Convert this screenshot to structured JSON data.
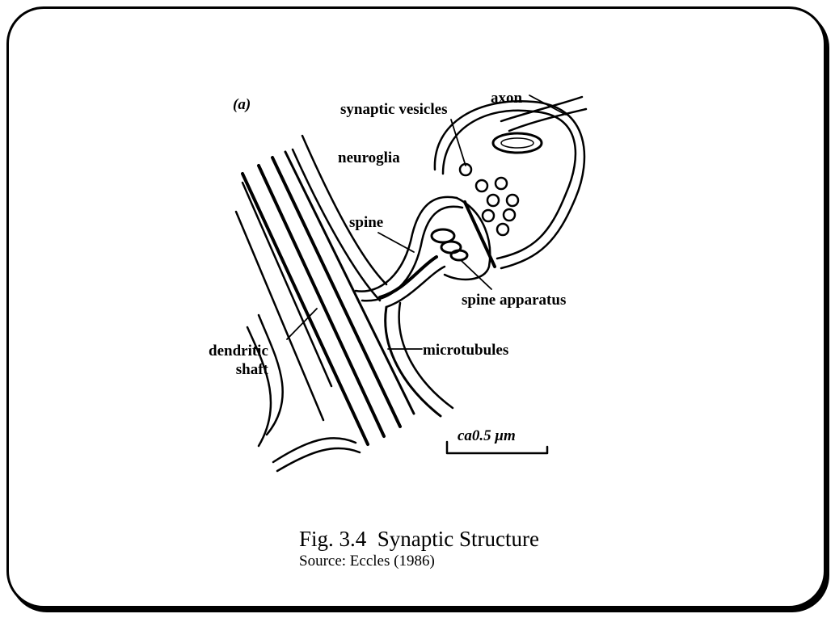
{
  "figure": {
    "panel_label": "(a)",
    "labels": {
      "synaptic_vesicles": "synaptic vesicles",
      "axon": "axon",
      "neuroglia": "neuroglia",
      "spine": "spine",
      "spine_apparatus": "spine apparatus",
      "dendritic_shaft": "dendritic\nshaft",
      "microtubules": "microtubules",
      "scale_bar": "ca0.5 μm"
    },
    "caption": "Fig. 3.4  Synaptic Structure",
    "source": "Source: Eccles (1986)"
  }
}
